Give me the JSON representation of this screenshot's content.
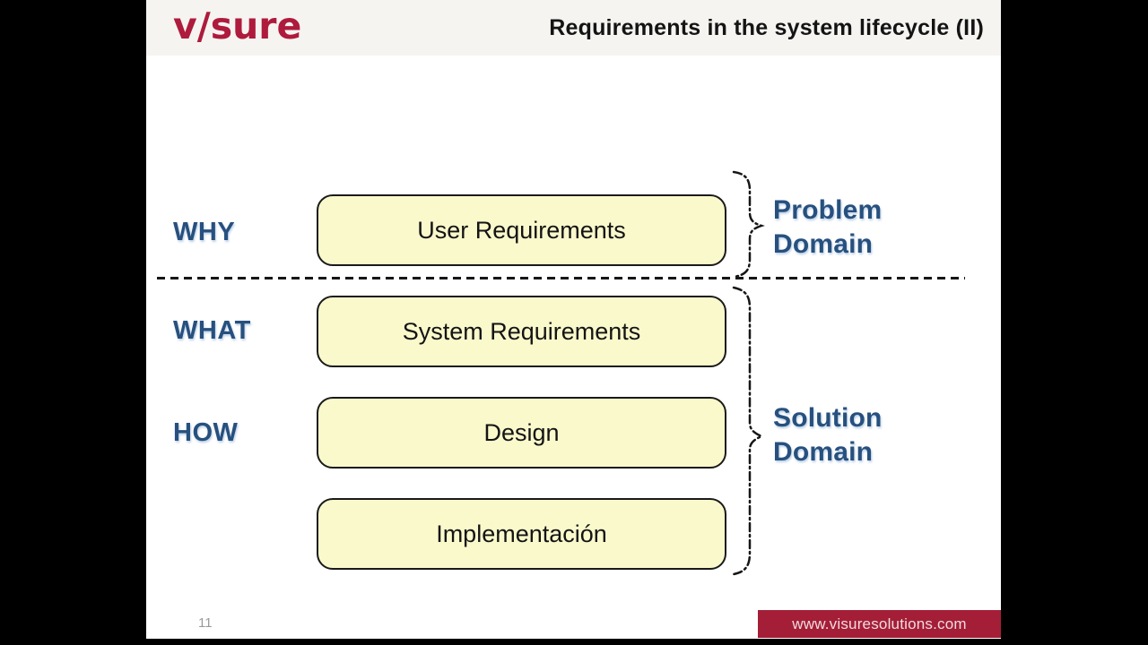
{
  "slide": {
    "logo_text": "v/sure",
    "title": "Requirements in the system lifecycle (II)",
    "page_number": "11",
    "footer_url": "www.visuresolutions.com"
  },
  "diagram": {
    "row_labels": [
      "WHY",
      "WHAT",
      "HOW"
    ],
    "boxes": [
      {
        "label": "User Requirements"
      },
      {
        "label": "System Requirements"
      },
      {
        "label": "Design"
      },
      {
        "label": "Implementación"
      }
    ],
    "domains": [
      {
        "line1": "Problem",
        "line2": "Domain"
      },
      {
        "line1": "Solution",
        "line2": "Domain"
      }
    ]
  },
  "colors": {
    "accent_red": "#AE1B3C",
    "footer_bar_red": "#A41E37",
    "label_blue": "#27507E",
    "box_fill": "#FAF9CC",
    "box_border": "#1A1A1A",
    "header_bg": "#F5F4F1",
    "page_number_gray": "#9A9A9A"
  }
}
